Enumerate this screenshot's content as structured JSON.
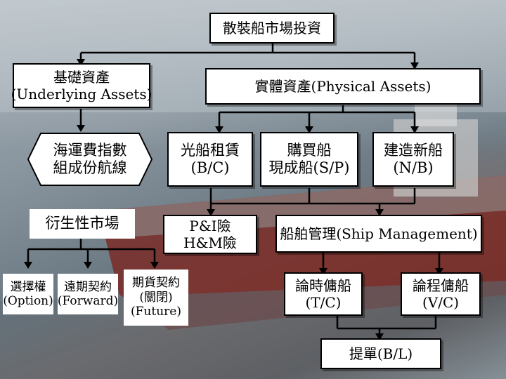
{
  "background": {
    "description_colors": [
      "#9aa6ad",
      "#6c7a84",
      "#7b2f2a"
    ]
  },
  "nodes": {
    "root": "散裝船市場投資",
    "underlying": {
      "line1": "基礎資產",
      "line2": "(Underlying Assets)"
    },
    "physical": "實體資產(Physical Assets)",
    "freight_index": {
      "line1": "海運費指數",
      "line2": "組成份航線"
    },
    "derivatives": "衍生性市場",
    "bareboat": {
      "line1": "光船租賃",
      "line2": "(B/C)"
    },
    "buy_ship": {
      "line1": "購買船",
      "line2": "現成船(S/P)"
    },
    "new_build": {
      "line1": "建造新船",
      "line2": "(N/B)"
    },
    "insurance": {
      "line1": "P&I險",
      "line2": "H&M險"
    },
    "ship_mgmt": "船舶管理(Ship Management)",
    "option": {
      "line1": "選擇權",
      "line2": "(Option)"
    },
    "forward": {
      "line1": "遠期契約",
      "line2": "(Forward)"
    },
    "future": {
      "line1": "期貨契約",
      "line2": "(關閉)",
      "line3": "(Future)"
    },
    "time_charter": {
      "line1": "論時傭船",
      "line2": "(T/C)"
    },
    "voyage_charter": {
      "line1": "論程傭船",
      "line2": "(V/C)"
    },
    "bill_of_lading": "提單(B/L)"
  }
}
